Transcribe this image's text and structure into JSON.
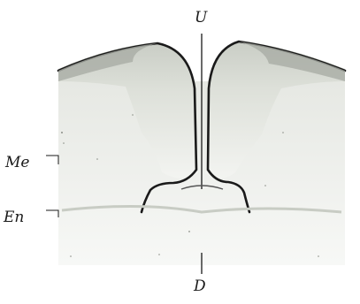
{
  "figure": {
    "labels": {
      "top": "U",
      "bottom": "D",
      "mesoderm": "Me",
      "endoderm": "En"
    },
    "colors": {
      "ink": "#1a1a1a",
      "wash": "#d6dad3",
      "shade": "#b9bdb5"
    }
  }
}
